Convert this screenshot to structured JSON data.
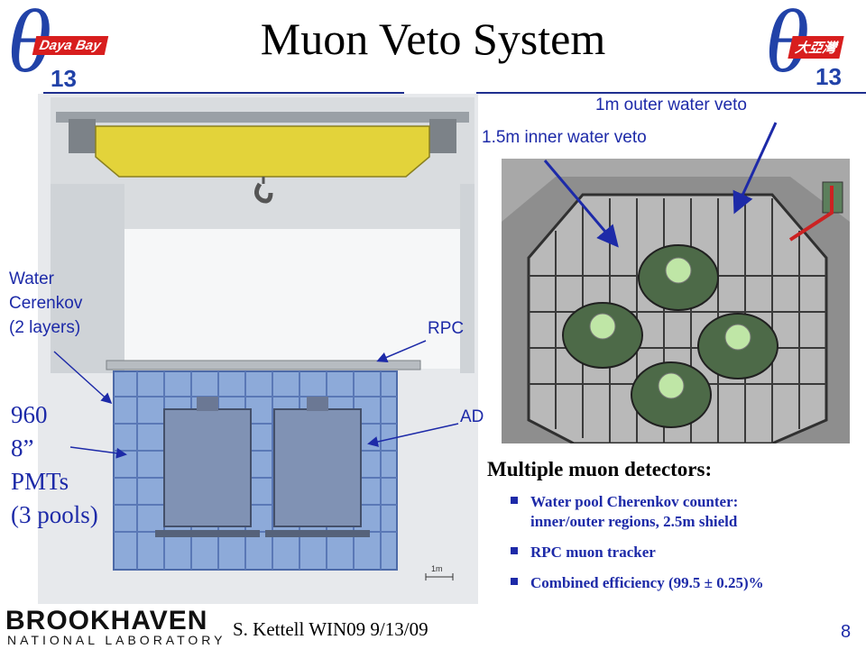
{
  "slide": {
    "title": "Muon Veto System",
    "page_number": "8",
    "footer": "S. Kettell WIN09 9/13/09"
  },
  "logos": {
    "left": {
      "symbol": "θ",
      "subscript": "13",
      "tag": "Daya Bay"
    },
    "right": {
      "symbol": "θ",
      "subscript": "13",
      "tag": "大亞灣"
    },
    "institution": {
      "name": "BROOKHAVEN",
      "subtitle": "NATIONAL LABORATORY"
    }
  },
  "left_figure": {
    "label_water": [
      "Water",
      "Cerenkov",
      "(2 layers)"
    ],
    "label_rpc": "RPC",
    "label_ad": "AD",
    "pmt_text": [
      "960",
      "8”",
      "PMTs",
      "(3 pools)"
    ],
    "scale_label": "1m"
  },
  "right_figure": {
    "label_outer": "1m outer water veto",
    "label_inner": "1.5m inner water veto"
  },
  "detectors": {
    "heading": "Multiple muon detectors:",
    "bullets": [
      [
        "Water pool Cherenkov counter:",
        "inner/outer regions, 2.5m shield"
      ],
      [
        "RPC muon tracker"
      ],
      [
        "Combined efficiency (99.5 ± 0.25)%"
      ]
    ]
  },
  "colors": {
    "accent_blue": "#1d2aa8",
    "rule_blue": "#1f2f8f",
    "logo_red": "#d81e1e",
    "crane_yellow": "#e3d33a",
    "pool_blue": "#7d9fd6"
  }
}
